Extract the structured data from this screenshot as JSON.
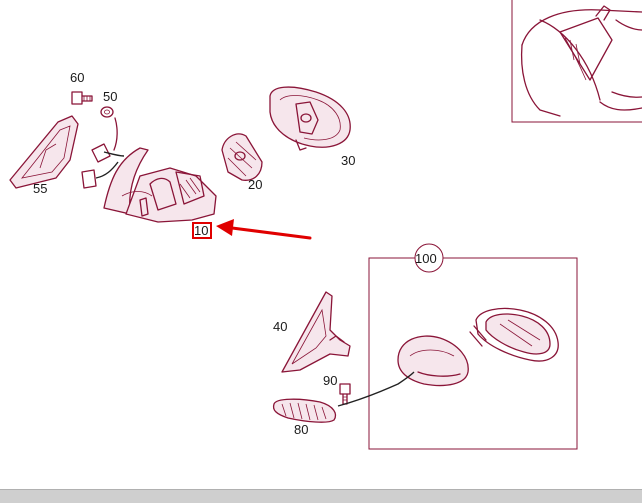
{
  "parts": {
    "p60": "60",
    "p50": "50",
    "p55": "55",
    "p30": "30",
    "p20": "20",
    "p10": "10",
    "p100": "100",
    "p40": "40",
    "p90": "90",
    "p80": "80"
  },
  "colors": {
    "line_art": "#8a1538",
    "highlight": "#e00000",
    "label_text": "#1a1a1a",
    "frame_bottom": "#cfcfcf"
  },
  "icons": {
    "callout_arrow": "arrow-left-icon",
    "vehicle_locator": "car-top-view-icon"
  }
}
